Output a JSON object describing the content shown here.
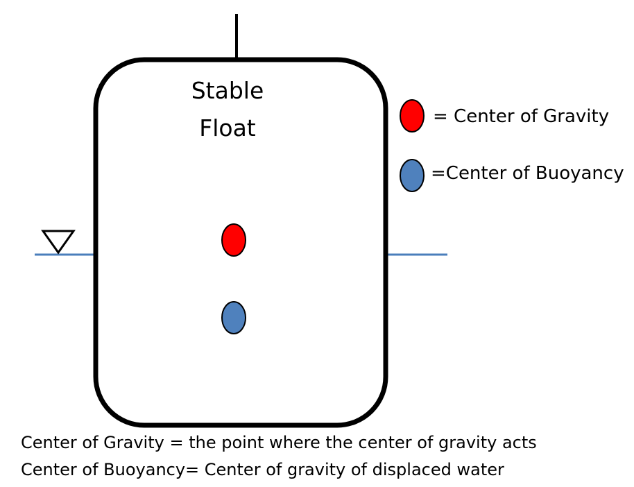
{
  "diagram": {
    "title_line1": "Stable",
    "title_line2": "Float"
  },
  "legend": {
    "gravity": {
      "label": "= Center of Gravity",
      "color": "#ff0000"
    },
    "buoyancy": {
      "label": "=Center of Buoyancy",
      "color": "#4f81bd"
    }
  },
  "definitions": {
    "gravity": {
      "term": "Center of Gravity",
      "text": "= the point where the center of gravity acts"
    },
    "buoyancy": {
      "term": "Center of Buoyancy",
      "text": "= Center of gravity of displaced water"
    }
  },
  "colors": {
    "water_line": "#4a7ebb",
    "outline": "#000000",
    "dot_outline": "#000000"
  }
}
